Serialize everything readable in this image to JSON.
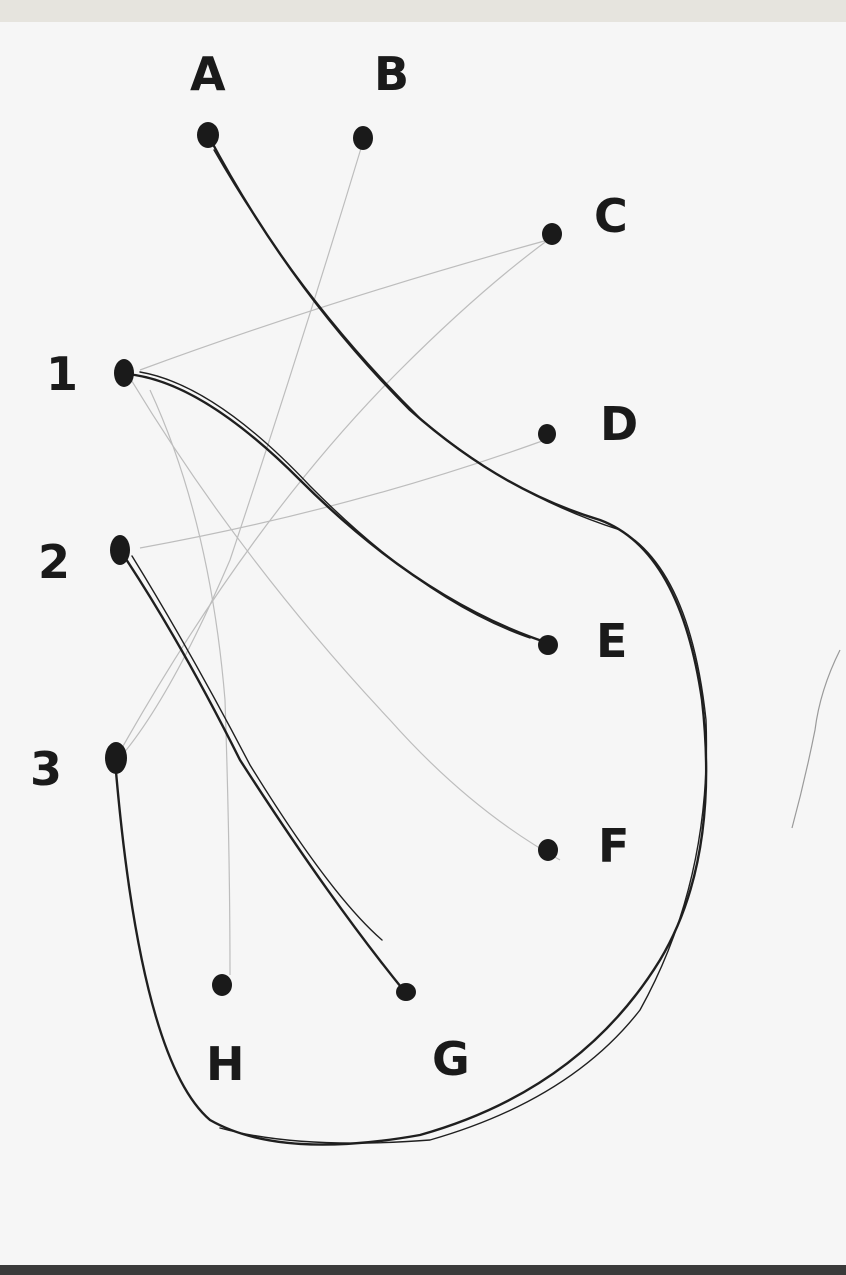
{
  "diagram": {
    "labels": {
      "A": "A",
      "B": "B",
      "C": "C",
      "D": "D",
      "E": "E",
      "F": "F",
      "G": "G",
      "H": "H",
      "n1": "1",
      "n2": "2",
      "n3": "3"
    },
    "connections": [
      {
        "from": "1",
        "to": "E",
        "stroke": "ink"
      },
      {
        "from": "2",
        "to": "G",
        "stroke": "ink"
      },
      {
        "from": "A",
        "to": "3",
        "stroke": "ink"
      },
      {
        "from": "1",
        "to": "F",
        "stroke": "faint"
      },
      {
        "from": "1",
        "to": "H",
        "stroke": "faint"
      },
      {
        "from": "3",
        "to": "C",
        "stroke": "faint"
      },
      {
        "from": "2",
        "to": "D",
        "stroke": "faint"
      },
      {
        "from": "1",
        "to": "C",
        "stroke": "faint"
      },
      {
        "from": "B",
        "to": "3",
        "stroke": "faint"
      }
    ],
    "colors": {
      "ink": "#1a1a1a",
      "faint_pencil": "#b8b8b8",
      "paper": "#f6f6f6"
    }
  }
}
